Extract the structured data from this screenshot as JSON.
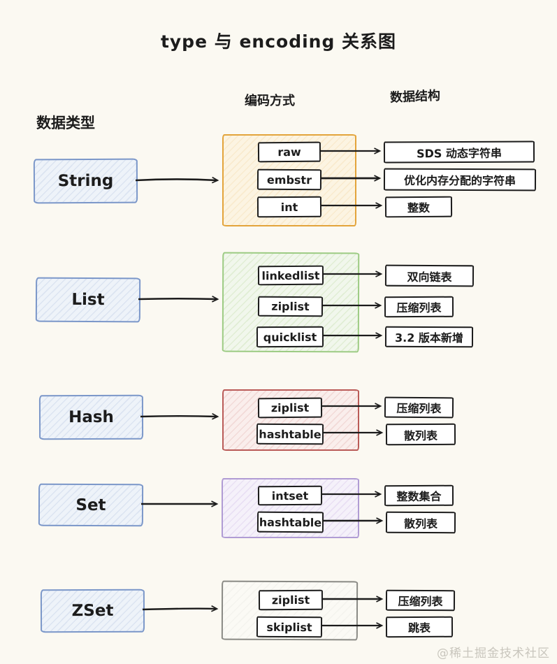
{
  "title": "type 与 encoding 关系图",
  "column_headers": {
    "data_type": "数据类型",
    "encoding": "编码方式",
    "data_structure": "数据结构"
  },
  "rows": [
    {
      "type": "String",
      "accent_color": "#E3A43B",
      "encodings": [
        {
          "name": "raw",
          "structure": "SDS 动态字符串"
        },
        {
          "name": "embstr",
          "structure": "优化内存分配的字符串"
        },
        {
          "name": "int",
          "structure": "整数"
        }
      ]
    },
    {
      "type": "List",
      "accent_color": "#9CCB83",
      "encodings": [
        {
          "name": "linkedlist",
          "structure": "双向链表"
        },
        {
          "name": "ziplist",
          "structure": "压缩列表"
        },
        {
          "name": "quicklist",
          "structure": "3.2 版本新增"
        }
      ]
    },
    {
      "type": "Hash",
      "accent_color": "#BA5B58",
      "encodings": [
        {
          "name": "ziplist",
          "structure": "压缩列表"
        },
        {
          "name": "hashtable",
          "structure": "散列表"
        }
      ]
    },
    {
      "type": "Set",
      "accent_color": "#B09CD4",
      "encodings": [
        {
          "name": "intset",
          "structure": "整数集合"
        },
        {
          "name": "hashtable",
          "structure": "散列表"
        }
      ]
    },
    {
      "type": "ZSet",
      "accent_color": "#8A8A85",
      "encodings": [
        {
          "name": "ziplist",
          "structure": "压缩列表"
        },
        {
          "name": "skiplist",
          "structure": "跳表"
        }
      ]
    }
  ],
  "colors": {
    "background": "#FBF9F2",
    "type_box_border": "#7B97C9",
    "type_box_fill": "#EEF3F9",
    "arrow": "#1c1c1c"
  },
  "watermark": "@稀土掘金技术社区"
}
